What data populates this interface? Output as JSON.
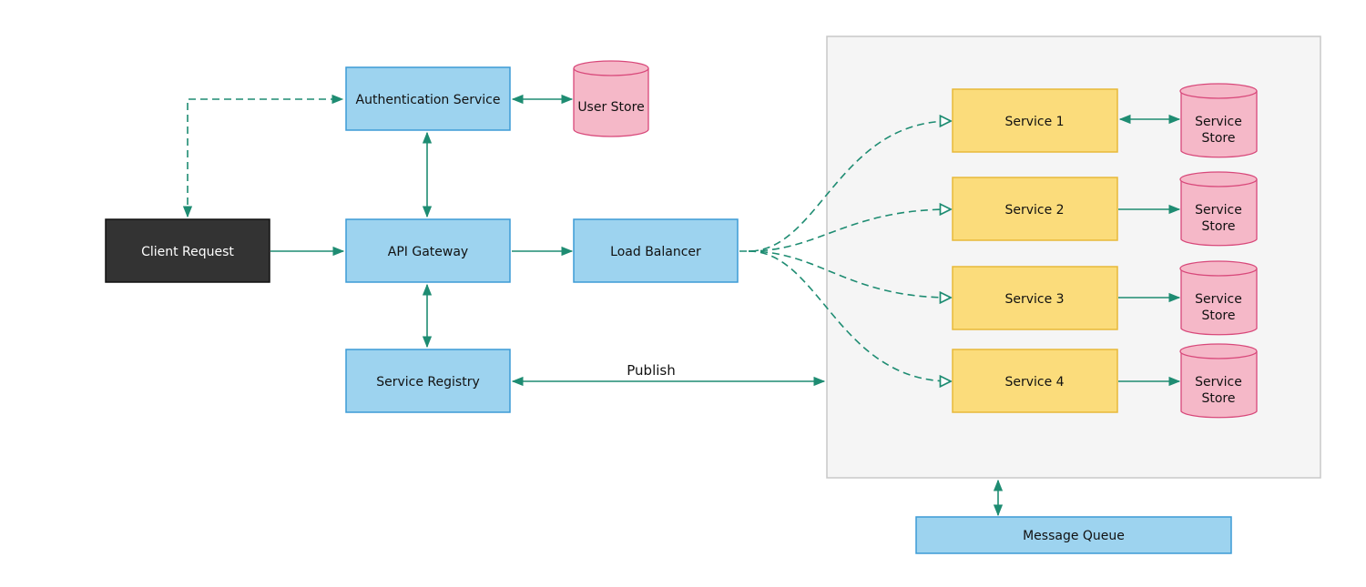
{
  "colors": {
    "blue_fill": "#9dd3ef",
    "blue_stroke": "#3d9bd6",
    "dark_fill": "#333333",
    "dark_stroke": "#111111",
    "yellow_fill": "#fbdc7b",
    "yellow_stroke": "#e8b93a",
    "pink_fill": "#f5b8c8",
    "pink_stroke": "#d8487a",
    "arrow": "#1e8c72",
    "group_fill": "#f5f5f5",
    "group_stroke": "#c8c8c8"
  },
  "nodes": {
    "client": "Client Request",
    "auth": "Authentication Service",
    "gateway": "API Gateway",
    "registry": "Service Registry",
    "load_balancer": "Load Balancer",
    "user_store": "User Store",
    "message_queue": "Message Queue",
    "services": [
      "Service 1",
      "Service 2",
      "Service 3",
      "Service 4"
    ],
    "service_store": [
      "Service",
      "Store"
    ]
  },
  "edges": {
    "publish_label": "Publish"
  }
}
